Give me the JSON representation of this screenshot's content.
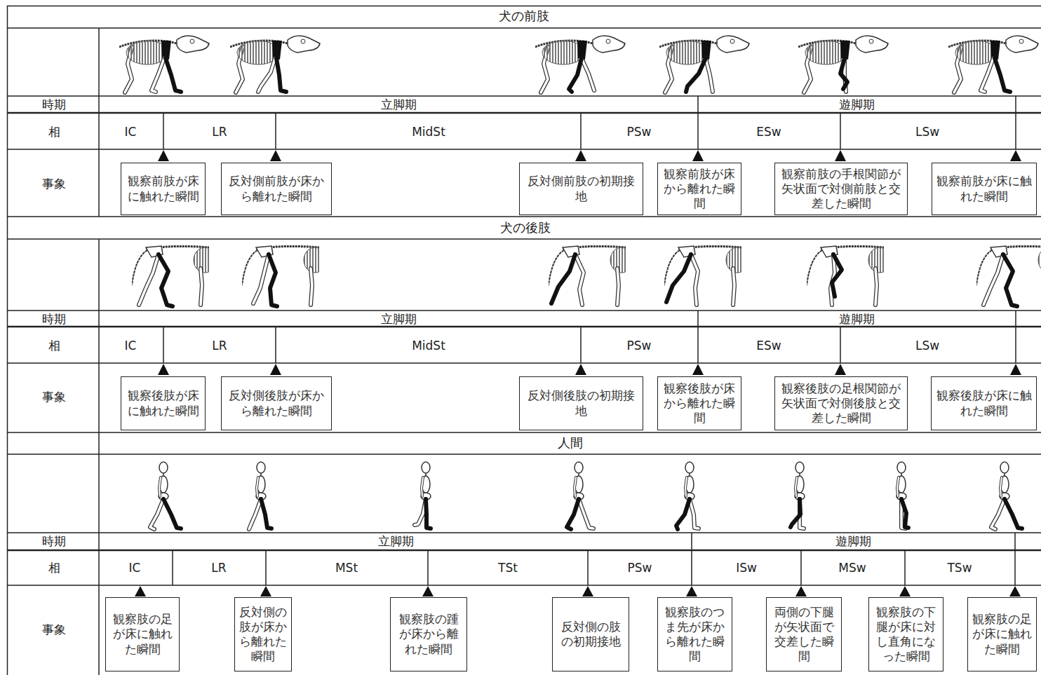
{
  "diagram": {
    "nodes": [
      {
        "text": [
          "観察前肢が床に触れた瞬間"
        ]
      },
      {
        "text": [
          "反対側前肢が床から離れた瞬間"
        ]
      },
      {
        "text": [
          "反対側前肢の初期接地"
        ]
      },
      {
        "text": [
          "観察前肢が床から離れた瞬間"
        ]
      },
      {
        "text": [
          "観察前肢の手根関節が矢状面で対側前肢と交差した瞬間"
        ]
      },
      {
        "text": [
          "観察前肢が床に触れた瞬間"
        ]
      },
      {
        "text": [
          "観察後肢が床に触れた瞬間"
        ]
      },
      {
        "text": [
          "反対側後肢が床から離れた瞬間"
        ]
      },
      {
        "text": [
          "反対側後肢の初期接地"
        ]
      },
      {
        "text": [
          "観察後肢が床から離れた瞬間"
        ]
      },
      {
        "text": [
          "観察後肢の足根関節が矢状面で対側後肢と交差した瞬間"
        ]
      },
      {
        "text": [
          "観察後肢が床に触れた瞬間"
        ]
      },
      {
        "text": [
          "観察肢の足が床に触れた瞬間"
        ]
      },
      {
        "text": [
          "反対側の肢が床から離れた瞬間"
        ]
      },
      {
        "text": [
          "観察肢の踵が床から離れた瞬間"
        ]
      },
      {
        "text": [
          "反対側の肢の初期接地"
        ]
      },
      {
        "text": [
          "観察肢のつま先が床から離れた瞬間"
        ]
      },
      {
        "text": [
          "両側の下腿が矢状面で交差した瞬間"
        ]
      },
      {
        "text": [
          "観察肢の下腿が床に対し直角になった瞬間"
        ]
      },
      {
        "text": [
          "観察肢の足が床に触れた瞬間"
        ]
      }
    ],
    "labels": [
      "犬の前肢",
      "時期",
      "立脚期",
      "遊脚期",
      "相",
      "IC",
      "LR",
      "MidSt",
      "PSw",
      "ESw",
      "LSw",
      "事象",
      "犬の後肢",
      "時期",
      "立脚期",
      "遊脚期",
      "相",
      "IC",
      "LR",
      "MidSt",
      "PSw",
      "ESw",
      "LSw",
      "事象",
      "人間",
      "時期",
      "立脚期",
      "遊脚期",
      "相",
      "IC",
      "LR",
      "MSt",
      "TSt",
      "PSw",
      "ISw",
      "MSw",
      "TSw",
      "事象"
    ]
  }
}
